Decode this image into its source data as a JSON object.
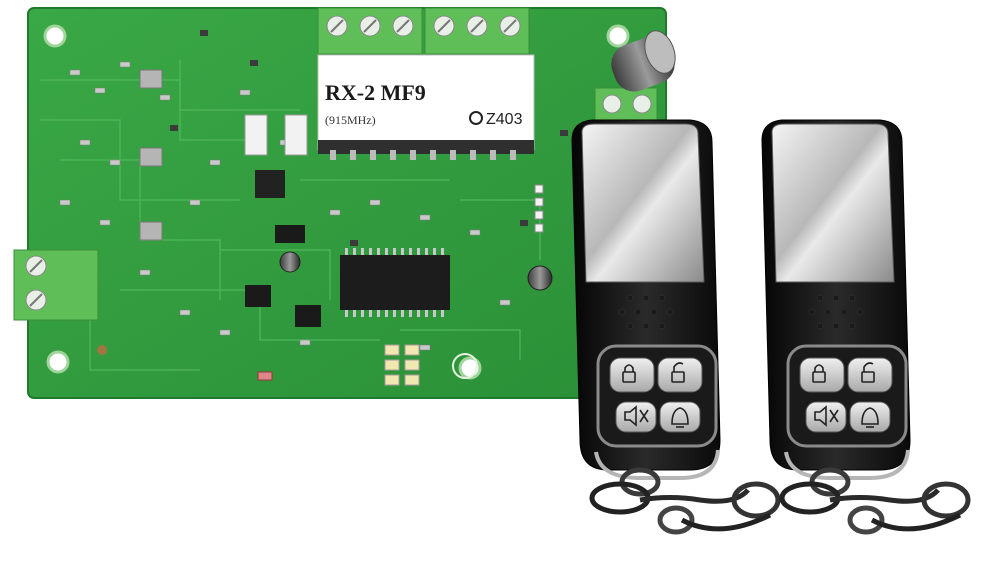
{
  "board": {
    "model_label": "RX-2 MF9",
    "frequency_label": "(915MHz)",
    "cert_label": "Z403",
    "colors": {
      "pcb": "#2e9b3c",
      "pcb_dark": "#1f7a2c",
      "terminal": "#62c25a",
      "terminal_white": "#e8efe6"
    }
  },
  "remotes": [
    {
      "id": "remote-1",
      "buttons": [
        "lock-icon",
        "unlock-icon",
        "mute-icon",
        "alarm-icon"
      ]
    },
    {
      "id": "remote-2",
      "buttons": [
        "lock-icon",
        "unlock-icon",
        "mute-icon",
        "alarm-icon"
      ]
    }
  ]
}
